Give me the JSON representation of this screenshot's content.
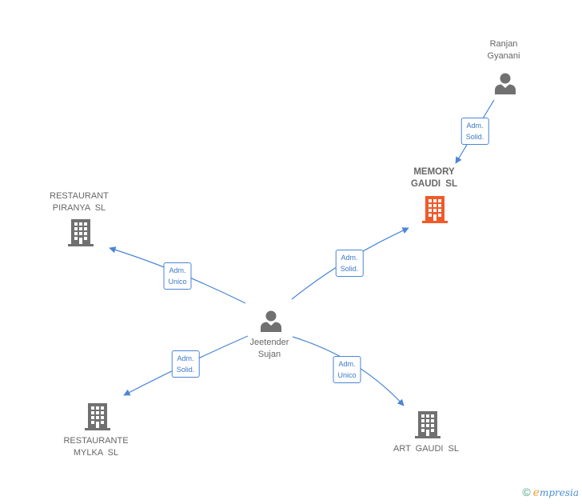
{
  "persons": {
    "ranjan": {
      "line1": "Ranjan",
      "line2": "Gyanani"
    },
    "jeetender": {
      "line1": "Jeetender",
      "line2": "Sujan"
    }
  },
  "companies": {
    "memory_gaudi": {
      "line1": "MEMORY",
      "line2": "GAUDI  SL"
    },
    "restaurant_piranya": {
      "line1": "RESTAURANT",
      "line2": "PIRANYA  SL"
    },
    "restaurante_mylka": {
      "line1": "RESTAURANTE",
      "line2": "MYLKA  SL"
    },
    "art_gaudi": {
      "line1": "ART GAUDI  SL"
    }
  },
  "edges": {
    "ranjan_memory": {
      "line1": "Adm.",
      "line2": "Solid."
    },
    "jeetender_memory": {
      "line1": "Adm.",
      "line2": "Solid."
    },
    "jeetender_piranya": {
      "line1": "Adm.",
      "line2": "Unico"
    },
    "jeetender_mylka": {
      "line1": "Adm.",
      "line2": "Solid."
    },
    "jeetender_artgaudi": {
      "line1": "Adm.",
      "line2": "Unico"
    }
  },
  "footer": {
    "copyright": "©",
    "brand_initial": "e",
    "brand_rest": "mpresia"
  },
  "colors": {
    "edge": "#4a86d6",
    "main_company": "#f05a2a",
    "company": "#707070",
    "person": "#707070"
  }
}
